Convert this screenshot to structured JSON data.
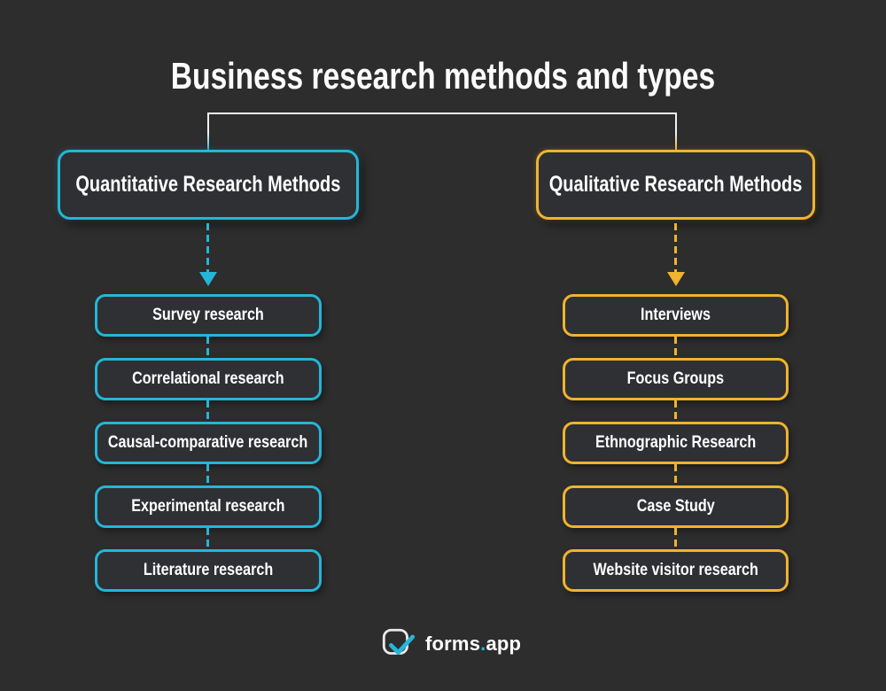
{
  "title": "Business research methods and types",
  "colors": {
    "background": "#2d2d2d",
    "quantitative_accent": "#25b5d8",
    "qualitative_accent": "#f0b32e",
    "connector_line": "#f2f2f2",
    "text": "#ffffff"
  },
  "branches": [
    {
      "label": "Quantitative Research Methods",
      "accent": "#25b5d8",
      "items": [
        "Survey research",
        "Correlational research",
        "Causal-comparative research",
        "Experimental research",
        "Literature research"
      ]
    },
    {
      "label": "Qualitative Research Methods",
      "accent": "#f0b32e",
      "items": [
        "Interviews",
        "Focus Groups",
        "Ethnographic Research",
        "Case Study",
        "Website visitor research"
      ]
    }
  ],
  "logo": {
    "brand": "forms",
    "separator": ".",
    "tld": "app",
    "icon": "checkmark-square-icon"
  }
}
